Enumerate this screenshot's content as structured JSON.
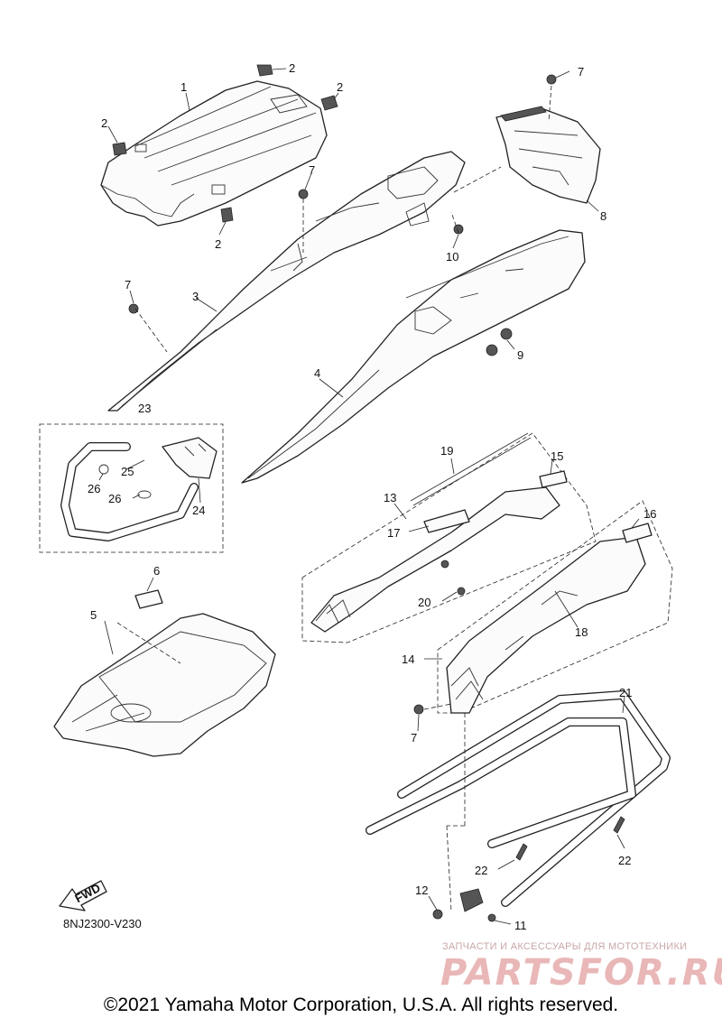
{
  "diagram": {
    "callouts": [
      {
        "id": "1",
        "label": "1"
      },
      {
        "id": "2a",
        "label": "2"
      },
      {
        "id": "2b",
        "label": "2"
      },
      {
        "id": "2c",
        "label": "2"
      },
      {
        "id": "2d",
        "label": "2"
      },
      {
        "id": "3",
        "label": "3"
      },
      {
        "id": "4",
        "label": "4"
      },
      {
        "id": "5",
        "label": "5"
      },
      {
        "id": "6",
        "label": "6"
      },
      {
        "id": "7a",
        "label": "7"
      },
      {
        "id": "7b",
        "label": "7"
      },
      {
        "id": "7c",
        "label": "7"
      },
      {
        "id": "7d",
        "label": "7"
      },
      {
        "id": "8",
        "label": "8"
      },
      {
        "id": "9",
        "label": "9"
      },
      {
        "id": "10",
        "label": "10"
      },
      {
        "id": "11",
        "label": "11"
      },
      {
        "id": "12",
        "label": "12"
      },
      {
        "id": "13",
        "label": "13"
      },
      {
        "id": "14",
        "label": "14"
      },
      {
        "id": "15",
        "label": "15"
      },
      {
        "id": "16",
        "label": "16"
      },
      {
        "id": "17",
        "label": "17"
      },
      {
        "id": "18",
        "label": "18"
      },
      {
        "id": "19",
        "label": "19"
      },
      {
        "id": "20",
        "label": "20"
      },
      {
        "id": "21",
        "label": "21"
      },
      {
        "id": "22a",
        "label": "22"
      },
      {
        "id": "22b",
        "label": "22"
      },
      {
        "id": "23",
        "label": "23"
      },
      {
        "id": "24",
        "label": "24"
      },
      {
        "id": "25",
        "label": "25"
      },
      {
        "id": "26a",
        "label": "26"
      },
      {
        "id": "26b",
        "label": "26"
      }
    ],
    "fwd_label": "FWD",
    "code": "8NJ2300-V230"
  },
  "watermark": {
    "tagline": "ЗАПЧАСТИ И АКСЕССУАРЫ ДЛЯ МОТОТЕХНИКИ",
    "brand": "PARTSFOR.RU"
  },
  "copyright": "©2021 Yamaha Motor Corporation, U.S.A. All rights reserved."
}
